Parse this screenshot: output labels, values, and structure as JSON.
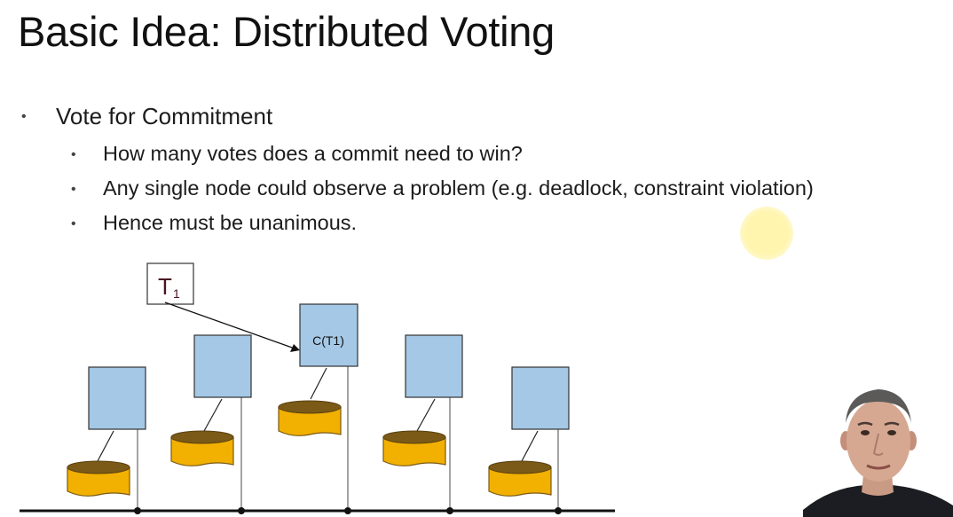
{
  "slide": {
    "title": "Basic Idea: Distributed Voting",
    "bullets": [
      {
        "text": "Vote for Commitment",
        "children": [
          "How many votes does a commit need to win?",
          "Any single node could observe a problem (e.g. deadlock, constraint violation)",
          "Hence must be unanimous."
        ]
      }
    ]
  },
  "diagram": {
    "transaction_label": "T",
    "transaction_subscript": "1",
    "commit_label": "C(T1)",
    "node_count": 5,
    "colors": {
      "node_fill": "#a4c8e6",
      "disk_fill": "#f2b000",
      "disk_dark": "#7a5a16",
      "line": "#333333"
    }
  },
  "presenter": {
    "icon": "presenter-video-feed"
  }
}
